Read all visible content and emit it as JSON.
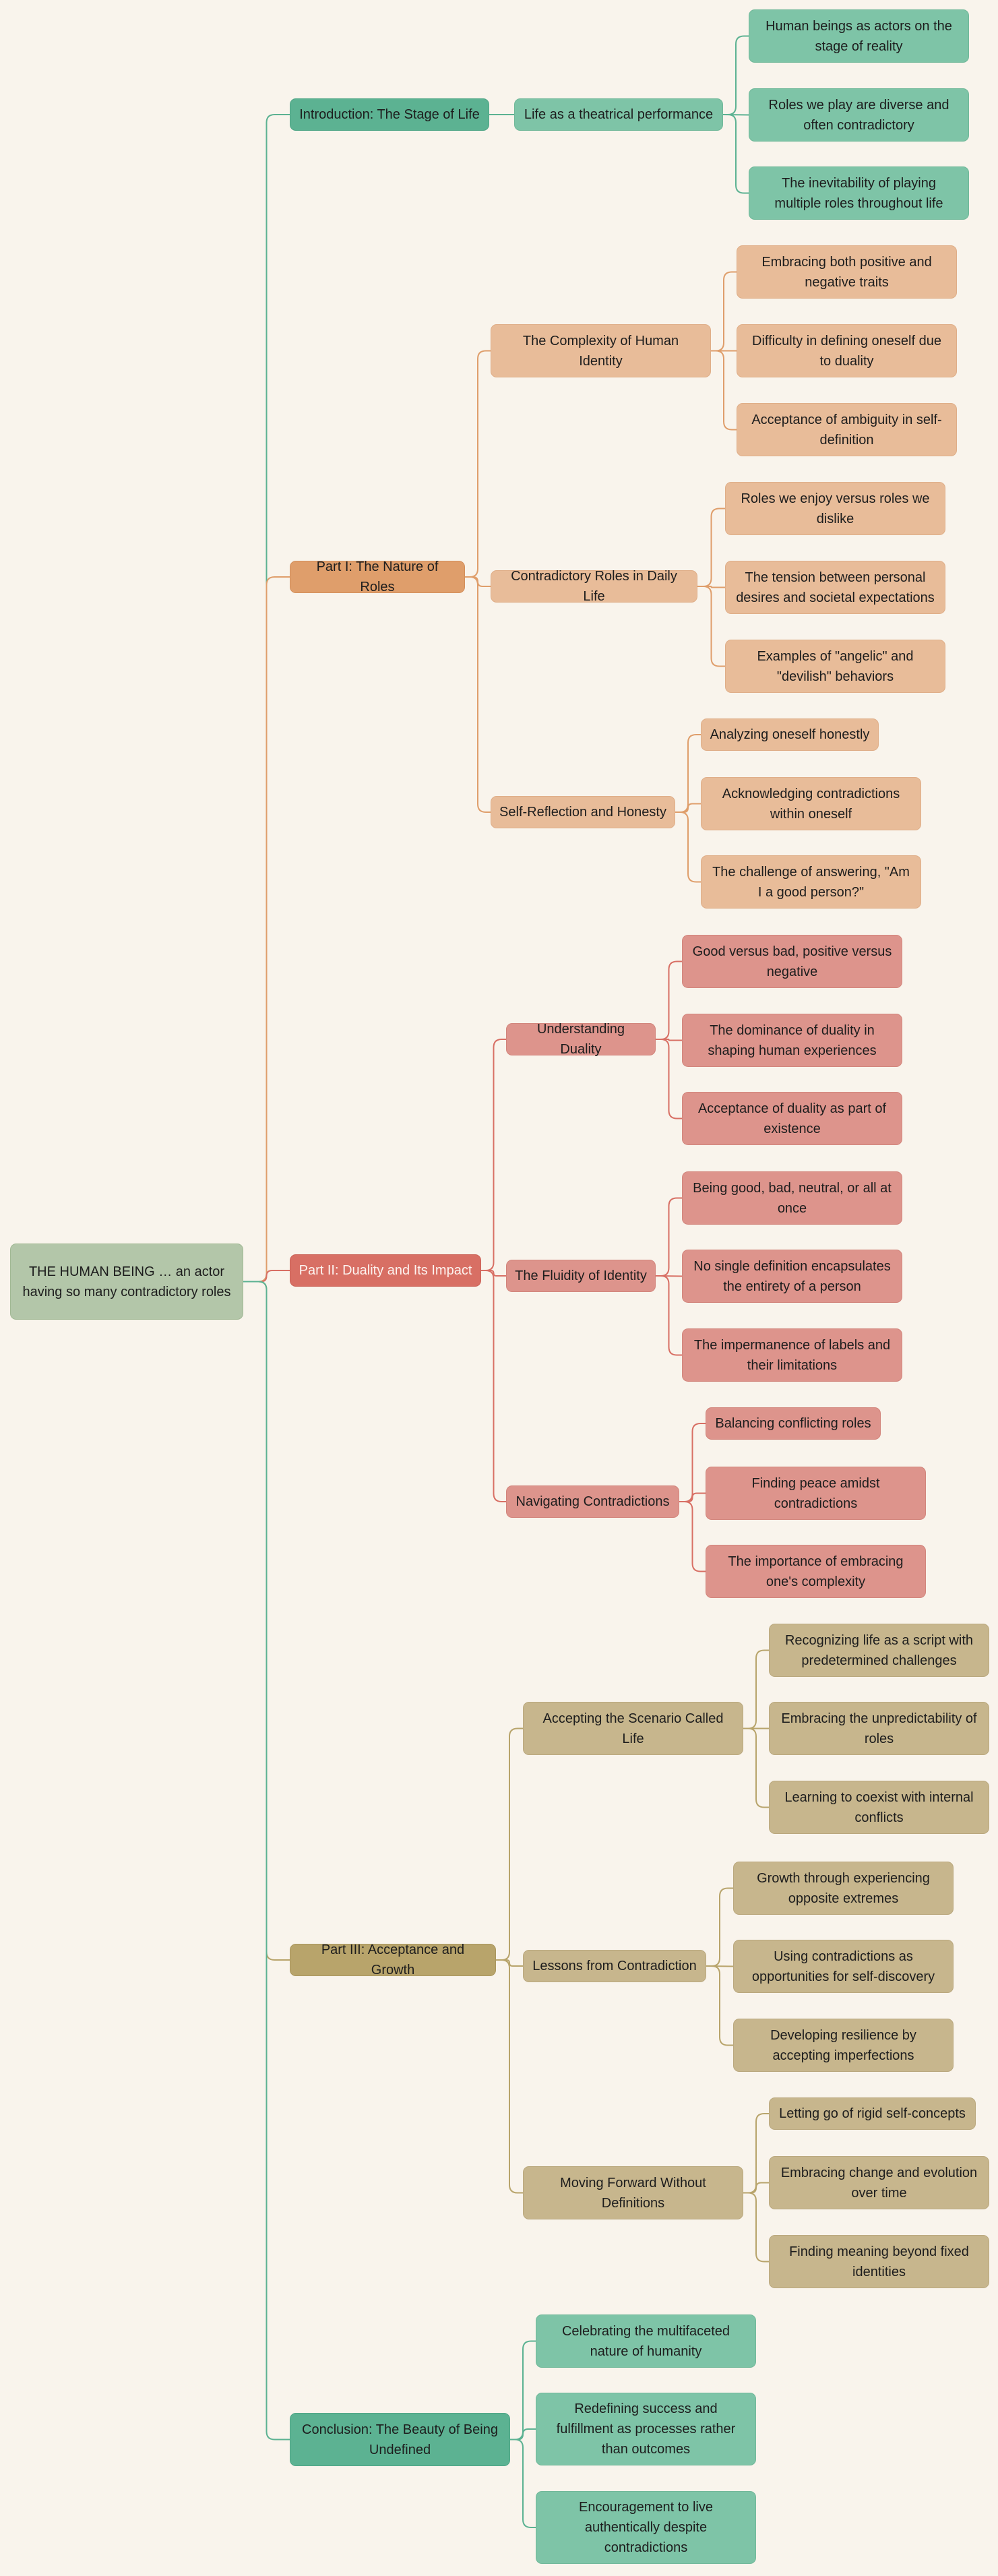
{
  "colors": {
    "background": "#f9f4ec",
    "root": "#b3c6a9",
    "intro": "#5cb292",
    "part1": "#df9e6b",
    "part2": "#d86f64",
    "part3": "#b8a46b",
    "conclusion": "#5cb292",
    "link_intro": "#5cb292",
    "link_part1": "#df9e6b",
    "link_part2": "#d86f64",
    "link_part3": "#b8a46b"
  },
  "root": "THE HUMAN BEING … an actor having so many contradictory roles",
  "intro": {
    "title": "Introduction: The Stage of Life",
    "sub": "Life as a theatrical performance",
    "leaves": [
      "Human beings as actors on the stage of reality",
      "Roles we play are diverse and often contradictory",
      "The inevitability of playing multiple roles throughout life"
    ]
  },
  "part1": {
    "title": "Part I: The Nature of Roles",
    "subs": [
      {
        "label": "The Complexity of Human Identity",
        "leaves": [
          "Embracing both positive and negative traits",
          "Difficulty in defining oneself due to duality",
          "Acceptance of ambiguity in self-definition"
        ]
      },
      {
        "label": "Contradictory Roles in Daily Life",
        "leaves": [
          "Roles we enjoy versus roles we dislike",
          "The tension between personal desires and societal expectations",
          "Examples of \"angelic\" and \"devilish\" behaviors"
        ]
      },
      {
        "label": "Self-Reflection and Honesty",
        "leaves": [
          "Analyzing oneself honestly",
          "Acknowledging contradictions within oneself",
          "The challenge of answering, \"Am I a good person?\""
        ]
      }
    ]
  },
  "part2": {
    "title": "Part II: Duality and Its Impact",
    "subs": [
      {
        "label": "Understanding Duality",
        "leaves": [
          "Good versus bad, positive versus negative",
          "The dominance of duality in shaping human experiences",
          "Acceptance of duality as part of existence"
        ]
      },
      {
        "label": "The Fluidity of Identity",
        "leaves": [
          "Being good, bad, neutral, or all at once",
          "No single definition encapsulates the entirety of a person",
          "The impermanence of labels and their limitations"
        ]
      },
      {
        "label": "Navigating Contradictions",
        "leaves": [
          "Balancing conflicting roles",
          "Finding peace amidst contradictions",
          "The importance of embracing one's complexity"
        ]
      }
    ]
  },
  "part3": {
    "title": "Part III: Acceptance and Growth",
    "subs": [
      {
        "label": "Accepting the Scenario Called Life",
        "leaves": [
          "Recognizing life as a script with predetermined challenges",
          "Embracing the unpredictability of roles",
          "Learning to coexist with internal conflicts"
        ]
      },
      {
        "label": "Lessons from Contradiction",
        "leaves": [
          "Growth through experiencing opposite extremes",
          "Using contradictions as opportunities for self-discovery",
          "Developing resilience by accepting imperfections"
        ]
      },
      {
        "label": "Moving Forward Without Definitions",
        "leaves": [
          "Letting go of rigid self-concepts",
          "Embracing change and evolution over time",
          "Finding meaning beyond fixed identities"
        ]
      }
    ]
  },
  "conclusion": {
    "title": "Conclusion: The Beauty of Being Undefined",
    "leaves": [
      "Celebrating the multifaceted nature of humanity",
      "Redefining success and fulfillment as processes rather than outcomes",
      "Encouragement to live authentically despite contradictions"
    ]
  }
}
